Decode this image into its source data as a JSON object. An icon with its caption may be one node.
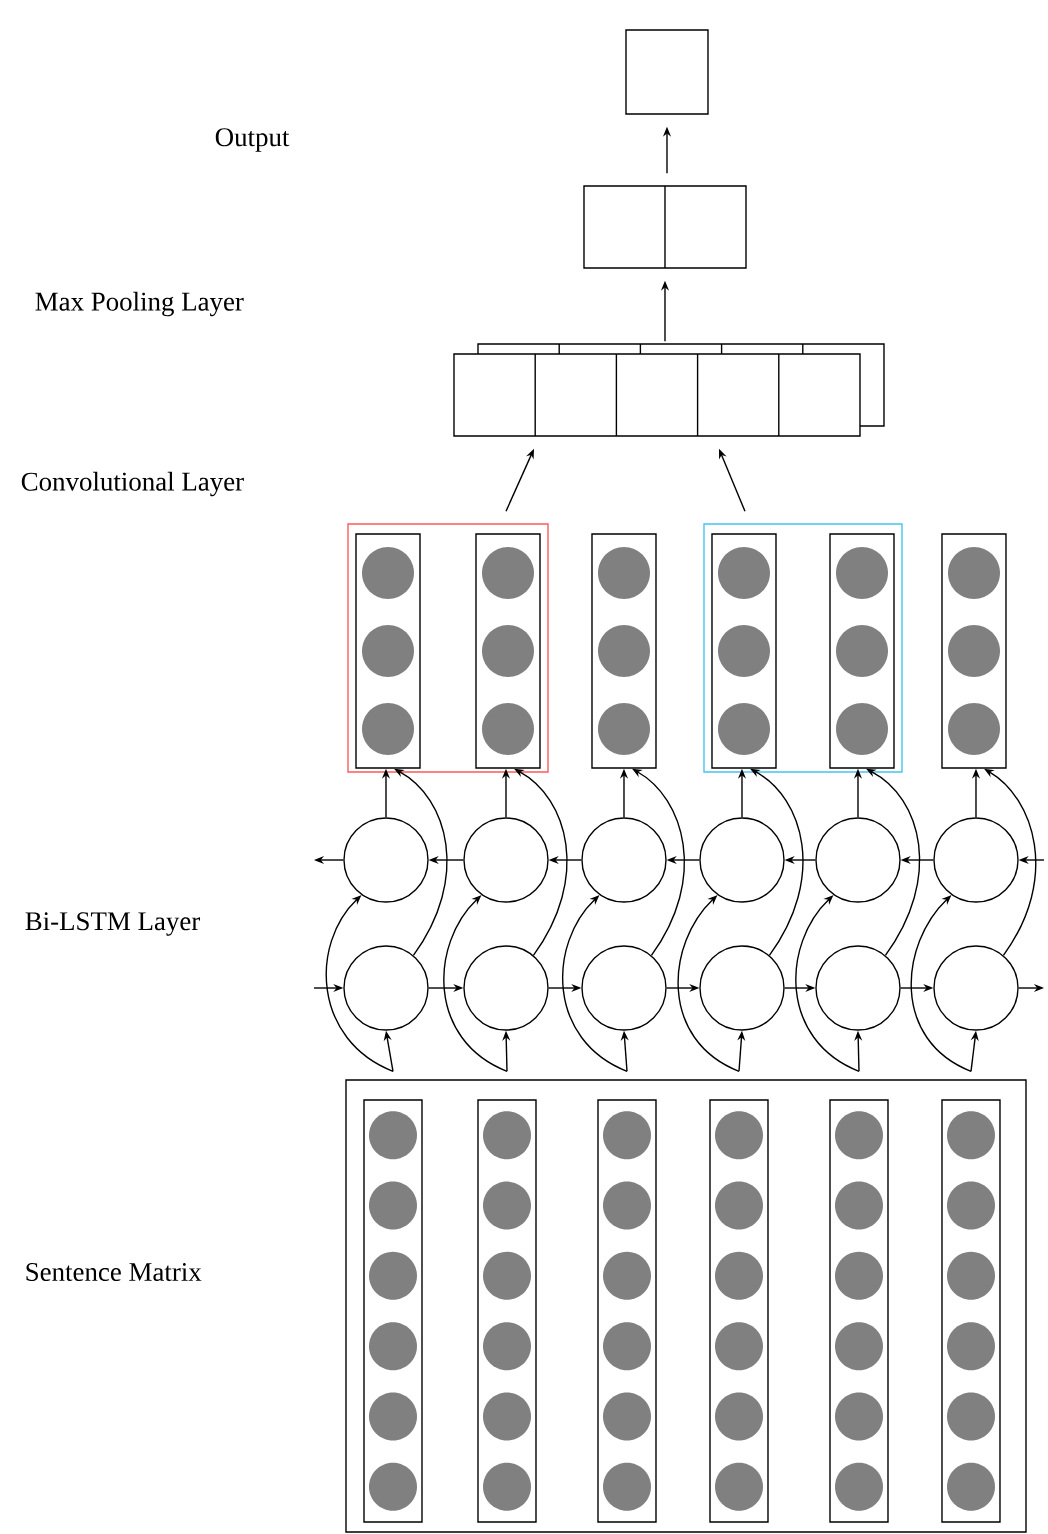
{
  "diagram": {
    "nodes": [
      {
        "text": [],
        "shape": "box"
      },
      {
        "text": [],
        "shape": "box"
      },
      {
        "text": [],
        "shape": "box"
      },
      {
        "text": [],
        "shape": "box"
      },
      {
        "text": [],
        "shape": "bar",
        "in": 3
      },
      {
        "text": [],
        "shape": "bar",
        "in": 3
      },
      {
        "text": [],
        "shape": "bar"
      },
      {
        "text": [],
        "shape": "box"
      },
      {
        "text": [],
        "shape": "bar",
        "in": 7
      },
      {
        "text": [],
        "shape": "bar",
        "in": 7
      },
      {
        "text": [],
        "shape": "bar"
      },
      {
        "text": [],
        "shape": "circle"
      },
      {
        "text": [],
        "shape": "circle"
      },
      {
        "text": [],
        "shape": "circle"
      },
      {
        "text": [],
        "shape": "circle"
      },
      {
        "text": [],
        "shape": "circle"
      },
      {
        "text": [],
        "shape": "circle"
      },
      {
        "text": [],
        "shape": "circle"
      },
      {
        "text": [],
        "shape": "circle"
      },
      {
        "text": [],
        "shape": "circle"
      },
      {
        "text": [],
        "shape": "circle"
      },
      {
        "text": [],
        "shape": "circle"
      },
      {
        "text": [],
        "shape": "circle"
      },
      {
        "text": [],
        "shape": "box"
      },
      {
        "text": [],
        "shape": "bar",
        "in": 23
      },
      {
        "text": [],
        "shape": "bar",
        "in": 23
      },
      {
        "text": [],
        "shape": "bar",
        "in": 23
      },
      {
        "text": [],
        "shape": "bar",
        "in": 23
      },
      {
        "text": [],
        "shape": "bar",
        "in": 23
      },
      {
        "text": [],
        "shape": "bar",
        "in": 23
      }
    ],
    "edges": [
      {
        "from": 1,
        "to": 0,
        "arrow": "to"
      },
      {
        "from": 2,
        "to": 1,
        "arrow": "to"
      },
      {
        "from": 3,
        "to": 2,
        "arrow": "to"
      },
      {
        "from": 7,
        "to": 2,
        "arrow": "to"
      },
      {
        "from": 12,
        "to": 11,
        "arrow": "to"
      },
      {
        "from": 13,
        "to": 12,
        "arrow": "to"
      },
      {
        "from": 14,
        "to": 13,
        "arrow": "to"
      },
      {
        "from": 15,
        "to": 14,
        "arrow": "to"
      },
      {
        "from": 16,
        "to": 15,
        "arrow": "to"
      },
      {
        "from": 11,
        "to": null,
        "arrow": "to"
      },
      {
        "from": null,
        "to": 16,
        "arrow": "to"
      },
      {
        "from": null,
        "to": 17,
        "arrow": "to"
      },
      {
        "from": 17,
        "to": 18,
        "arrow": "to"
      },
      {
        "from": 18,
        "to": 19,
        "arrow": "to"
      },
      {
        "from": 19,
        "to": 20,
        "arrow": "to"
      },
      {
        "from": 20,
        "to": 21,
        "arrow": "to"
      },
      {
        "from": 21,
        "to": 22,
        "arrow": "to"
      },
      {
        "from": 22,
        "to": null,
        "arrow": "to"
      },
      {
        "from": 11,
        "to": 4,
        "arrow": "to"
      },
      {
        "from": 12,
        "to": 5,
        "arrow": "to"
      },
      {
        "from": 13,
        "to": 6,
        "arrow": "to"
      },
      {
        "from": 14,
        "to": 8,
        "arrow": "to"
      },
      {
        "from": 15,
        "to": 9,
        "arrow": "to"
      },
      {
        "from": 16,
        "to": 10,
        "arrow": "to"
      },
      {
        "from": 17,
        "to": 4,
        "arrow": "to"
      },
      {
        "from": 18,
        "to": 5,
        "arrow": "to"
      },
      {
        "from": 19,
        "to": 6,
        "arrow": "to"
      },
      {
        "from": 20,
        "to": 8,
        "arrow": "to"
      },
      {
        "from": 21,
        "to": 9,
        "arrow": "to"
      },
      {
        "from": 22,
        "to": 10,
        "arrow": "to"
      },
      {
        "from": 24,
        "to": 17,
        "arrow": "to"
      },
      {
        "from": 25,
        "to": 18,
        "arrow": "to"
      },
      {
        "from": 26,
        "to": 19,
        "arrow": "to"
      },
      {
        "from": 27,
        "to": 20,
        "arrow": "to"
      },
      {
        "from": 28,
        "to": 21,
        "arrow": "to"
      },
      {
        "from": 29,
        "to": 22,
        "arrow": "to"
      },
      {
        "from": 24,
        "to": 11,
        "arrow": "to"
      },
      {
        "from": 25,
        "to": 12,
        "arrow": "to"
      },
      {
        "from": 26,
        "to": 13,
        "arrow": "to"
      },
      {
        "from": 27,
        "to": 14,
        "arrow": "to"
      },
      {
        "from": 28,
        "to": 15,
        "arrow": "to"
      },
      {
        "from": 29,
        "to": 16,
        "arrow": "to"
      }
    ],
    "labels": [
      "Output",
      "Max Pooling Layer",
      "Convolutional Layer",
      "Bi-LSTM Layer",
      "Sentence Matrix"
    ]
  }
}
